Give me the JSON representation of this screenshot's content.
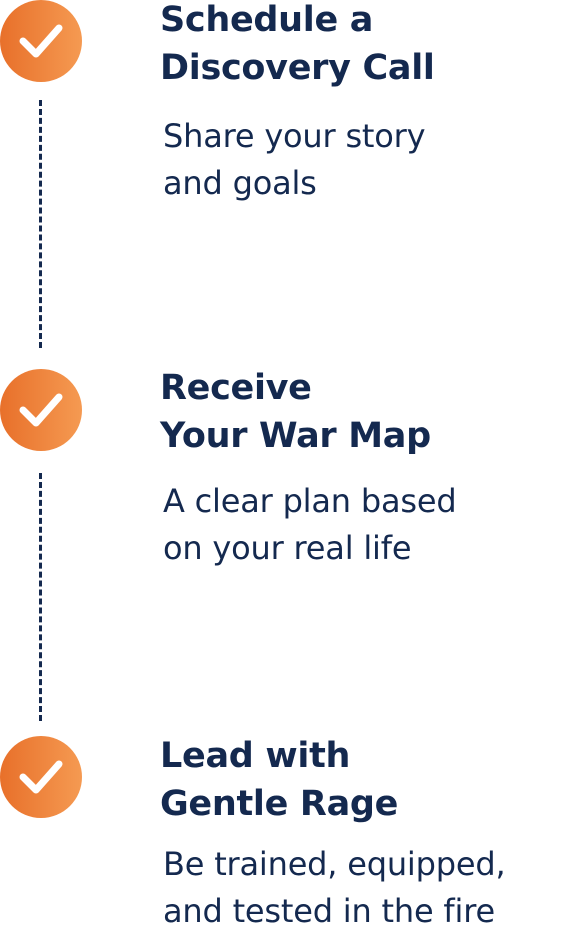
{
  "colors": {
    "accent_start": "#e8702a",
    "accent_end": "#f59a52",
    "text": "#14294f"
  },
  "steps": [
    {
      "icon": "check-icon",
      "title_lines": [
        "Schedule a",
        "Discovery Call"
      ],
      "desc_lines": [
        "Share your story",
        "and goals"
      ]
    },
    {
      "icon": "check-icon",
      "title_lines": [
        "Receive",
        "Your War Map"
      ],
      "desc_lines": [
        "A clear plan based",
        "on your real life"
      ]
    },
    {
      "icon": "check-icon",
      "title_lines": [
        "Lead with",
        "Gentle Rage"
      ],
      "desc_lines": [
        "Be trained, equipped,",
        "and tested in the fire"
      ]
    }
  ]
}
